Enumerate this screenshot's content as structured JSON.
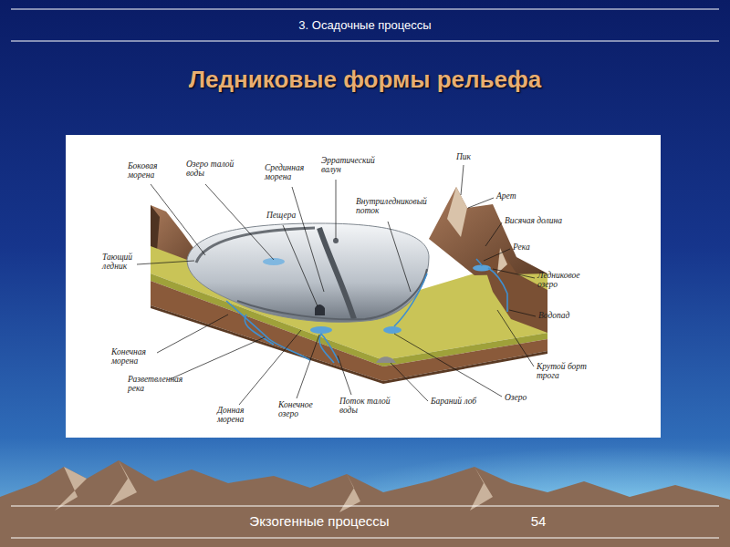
{
  "diagram": {
    "title": "Ледниковые формы рельефа",
    "labels": [
      "3. Осадочные процессы",
      "Боковая морена",
      "Озеро талой воды",
      "Срединная морена",
      "Эрратический валун",
      "Пик",
      "Арет",
      "Внутриледниковый поток",
      "Пещера",
      "Висячая долина",
      "Тающий ледник",
      "Река",
      "Ледниковое озеро",
      "Водопад",
      "Конечная морена",
      "Разветвленная река",
      "Крутой борт трога",
      "Донная морена",
      "Конечное озеро",
      "Поток талой воды",
      "Бараний лоб",
      "Озеро",
      "Экзогенные процессы",
      "54"
    ]
  }
}
